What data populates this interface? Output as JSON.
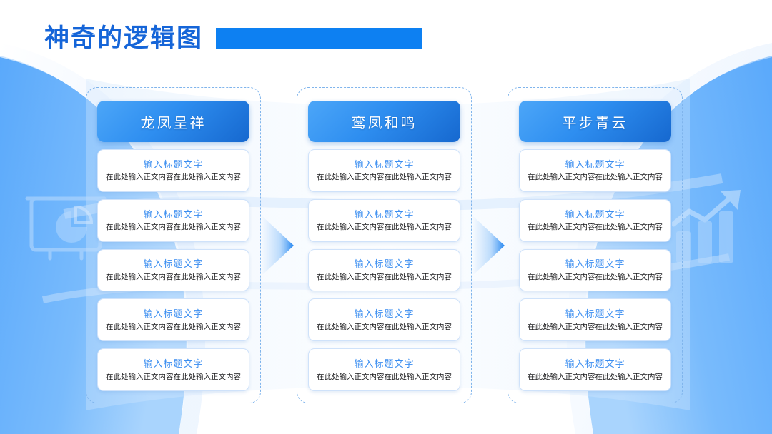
{
  "slide": {
    "title": "神奇的逻辑图",
    "accent_color": "#0d80f2",
    "title_color": "#1565d8",
    "header_gradient_from": "#4ca6f8",
    "header_gradient_to": "#1668cf",
    "card_title_color": "#3b8ef0",
    "card_body_color": "#1d1d1f",
    "background_color": "#ffffff",
    "curve_color": "#74b4fb"
  },
  "decorations": {
    "left_icon": "presentation-pie-chart-icon",
    "right_icon": "bar-chart-growth-arrow-icon",
    "arrow_icon": "chevron-right-arrow"
  },
  "columns": [
    {
      "header": "龙凤呈祥",
      "cards": [
        {
          "title": "输入标题文字",
          "body": "在此处输入正文内容在此处输入正文内容"
        },
        {
          "title": "输入标题文字",
          "body": "在此处输入正文内容在此处输入正文内容"
        },
        {
          "title": "输入标题文字",
          "body": "在此处输入正文内容在此处输入正文内容"
        },
        {
          "title": "输入标题文字",
          "body": "在此处输入正文内容在此处输入正文内容"
        },
        {
          "title": "输入标题文字",
          "body": "在此处输入正文内容在此处输入正文内容"
        }
      ]
    },
    {
      "header": "鸾凤和鸣",
      "cards": [
        {
          "title": "输入标题文字",
          "body": "在此处输入正文内容在此处输入正文内容"
        },
        {
          "title": "输入标题文字",
          "body": "在此处输入正文内容在此处输入正文内容"
        },
        {
          "title": "输入标题文字",
          "body": "在此处输入正文内容在此处输入正文内容"
        },
        {
          "title": "输入标题文字",
          "body": "在此处输入正文内容在此处输入正文内容"
        },
        {
          "title": "输入标题文字",
          "body": "在此处输入正文内容在此处输入正文内容"
        }
      ]
    },
    {
      "header": "平步青云",
      "cards": [
        {
          "title": "输入标题文字",
          "body": "在此处输入正文内容在此处输入正文内容"
        },
        {
          "title": "输入标题文字",
          "body": "在此处输入正文内容在此处输入正文内容"
        },
        {
          "title": "输入标题文字",
          "body": "在此处输入正文内容在此处输入正文内容"
        },
        {
          "title": "输入标题文字",
          "body": "在此处输入正文内容在此处输入正文内容"
        },
        {
          "title": "输入标题文字",
          "body": "在此处输入正文内容在此处输入正文内容"
        }
      ]
    }
  ]
}
